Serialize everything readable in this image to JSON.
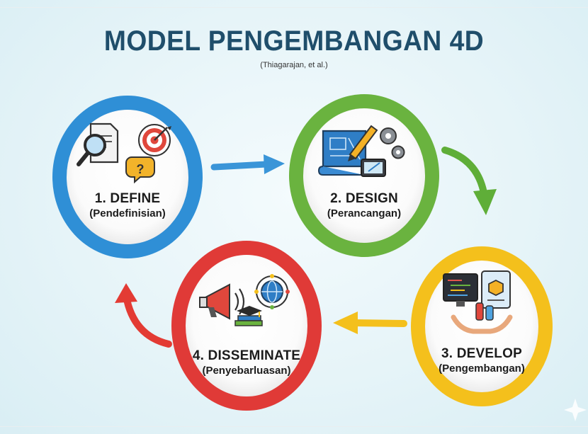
{
  "title": "MODEL PENGEMBANGAN 4D",
  "subtitle": "(Thiagarajan, et al.)",
  "stages": [
    {
      "label": "1. DEFINE",
      "sublabel": "(Pendefinisian)",
      "color": "#2f8fd6",
      "icons": [
        "magnifier-document-icon",
        "target-icon",
        "question-chat-icon"
      ]
    },
    {
      "label": "2. DESIGN",
      "sublabel": "(Perancangan)",
      "color": "#6ab33f",
      "icons": [
        "blueprint-icon",
        "pencil-icon",
        "gears-icon",
        "tablet-icon"
      ]
    },
    {
      "label": "3. DEVELOP",
      "sublabel": "(Pengembangan)",
      "color": "#f4c01c",
      "icons": [
        "monitor-code-icon",
        "tablet-cube-icon",
        "hands-flask-icon"
      ]
    },
    {
      "label": "4. DISSEMINATE",
      "sublabel": "(Penyebarluasan)",
      "color": "#e03a37",
      "icons": [
        "megaphone-icon",
        "globe-icon",
        "books-cap-icon"
      ]
    }
  ],
  "arrow_colors": [
    "#3a95d8",
    "#5fae38",
    "#f4c01c",
    "#e33b34"
  ]
}
